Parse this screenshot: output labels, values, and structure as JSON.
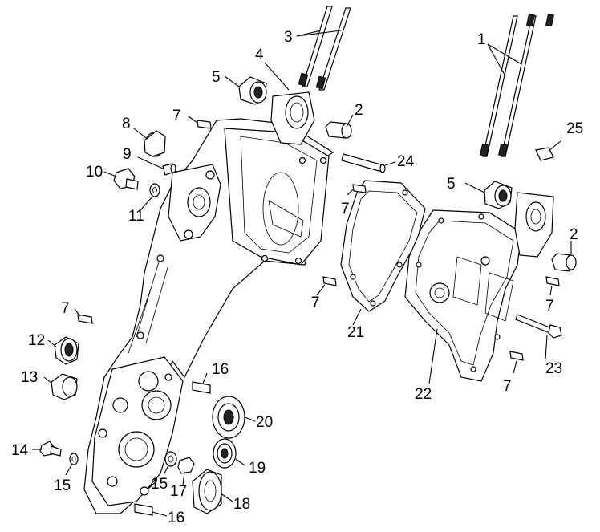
{
  "diagram": {
    "callouts": [
      "1",
      "2",
      "2",
      "3",
      "4",
      "5",
      "5",
      "7",
      "7",
      "7",
      "7",
      "7",
      "7",
      "8",
      "9",
      "10",
      "11",
      "12",
      "13",
      "14",
      "15",
      "15",
      "16",
      "16",
      "17",
      "18",
      "19",
      "20",
      "21",
      "22",
      "23",
      "24",
      "25"
    ]
  }
}
